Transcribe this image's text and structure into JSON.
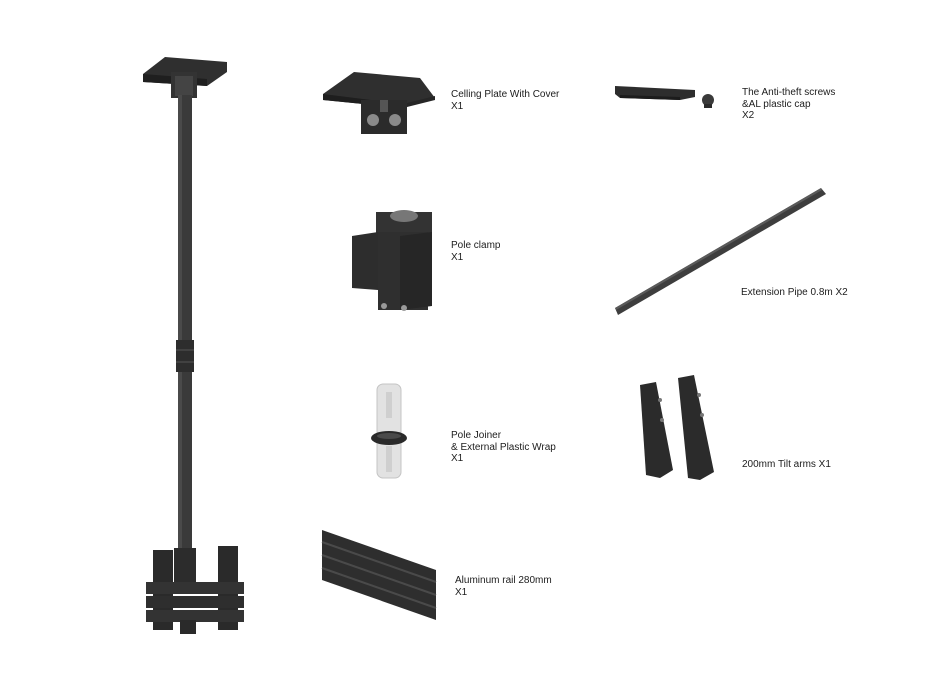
{
  "colors": {
    "metal_dark": "#2b2b2b",
    "metal_mid": "#3d3d3d",
    "metal_light": "#555555",
    "plastic_white": "#e6e6e6",
    "background": "#ffffff"
  },
  "parts": [
    {
      "id": "ceiling_plate",
      "label": "Celling Plate With Cover\nX1",
      "icon": "ceiling-plate-icon"
    },
    {
      "id": "anti_theft_screws",
      "label": "The Anti-theft screws\n&AL plastic cap\nX2",
      "icon": "screw-cap-icon"
    },
    {
      "id": "pole_clamp",
      "label": "Pole clamp\nX1",
      "icon": "pole-clamp-icon"
    },
    {
      "id": "extension_pipe",
      "label": "Extension Pipe 0.8m X2",
      "icon": "extension-pipe-icon"
    },
    {
      "id": "pole_joiner",
      "label": "Pole Joiner\n& External Plastic Wrap\nX1",
      "icon": "pole-joiner-icon"
    },
    {
      "id": "tilt_arms",
      "label": "200mm Tilt arms X1",
      "icon": "tilt-arms-icon"
    },
    {
      "id": "aluminum_rail",
      "label": "Aluminum rail 280mm\nX1",
      "icon": "aluminum-rail-icon"
    }
  ]
}
